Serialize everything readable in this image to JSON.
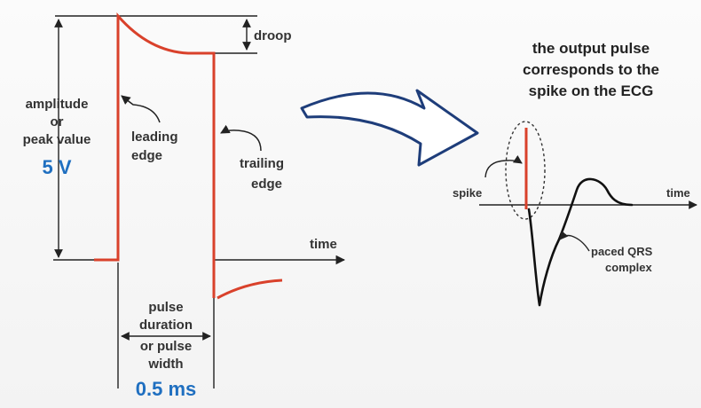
{
  "colors": {
    "pulse": "#d9412b",
    "ink": "#222222",
    "accent_blue": "#1f6fc0",
    "arrow_fill": "#ffffff",
    "arrow_stroke": "#1e3d7a"
  },
  "pulse_diagram": {
    "droop": "droop",
    "amplitude_lines": [
      "amplitude",
      "or",
      "peak value"
    ],
    "amplitude_value": "5 V",
    "leading_edge_lines": [
      "leading",
      "edge"
    ],
    "trailing_edge_lines": [
      "trailing",
      "edge"
    ],
    "time_axis": "time",
    "duration_lines": [
      "pulse",
      "duration",
      "or pulse",
      "width"
    ],
    "duration_value": "0.5 ms"
  },
  "ecg_diagram": {
    "caption_lines": [
      "the output pulse",
      "corresponds to the",
      "spike on the ECG"
    ],
    "spike_label": "spike",
    "time_axis": "time",
    "qrs_lines": [
      "paced QRS",
      "complex"
    ]
  },
  "icons": {
    "big_arrow": "curved-arrow-icon"
  }
}
